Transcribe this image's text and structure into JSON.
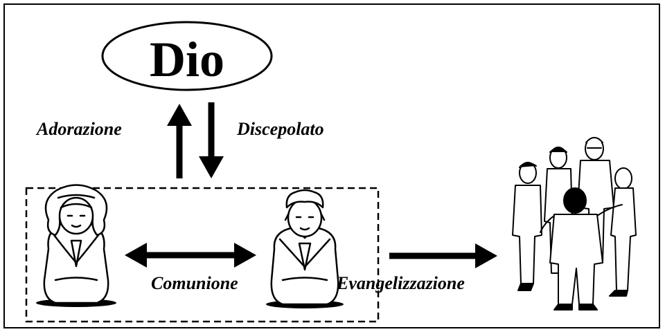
{
  "diagram": {
    "title": "Dio",
    "labels": {
      "up": "Adorazione",
      "down": "Discepolato",
      "between": "Comunione",
      "outward": "Evangelizzazione"
    }
  },
  "colors": {
    "ink": "#000000",
    "paper": "#ffffff"
  },
  "icons": [
    "praying-woman-icon",
    "praying-man-icon",
    "group-of-people-icon"
  ]
}
